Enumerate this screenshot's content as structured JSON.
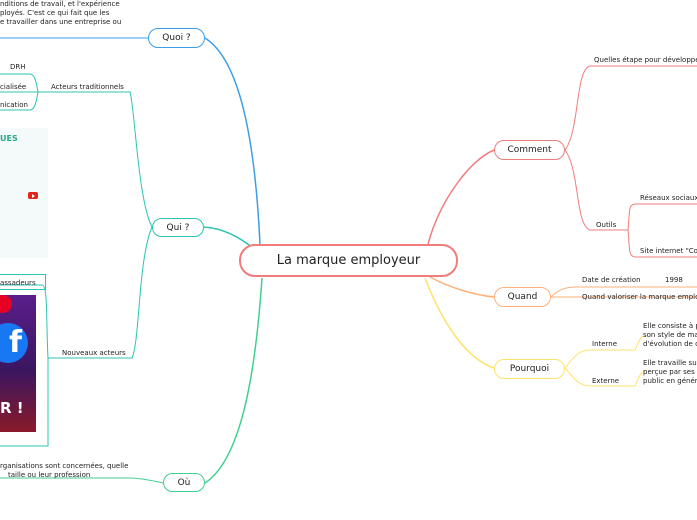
{
  "central": {
    "title": "La marque employeur"
  },
  "left": {
    "quoi": {
      "label": "Quoi ?",
      "text_lines": [
        "nditions de travail, et l'expérience",
        "ployés. C'est ce qui fait que les",
        "e travailler dans une entreprise ou"
      ]
    },
    "qui": {
      "label": "Qui ?",
      "acteurs_traditionnels": {
        "label": "Acteurs traditionnels",
        "items": [
          "DRH",
          "cialisée",
          "nication"
        ]
      },
      "image_heading": "UES",
      "ambassadeurs": "assadeurs",
      "nouveaux_acteurs": {
        "label": "Nouveaux acteurs",
        "image_text": "R !"
      }
    },
    "ou": {
      "label": "Où",
      "text_lines": [
        "rganisations sont concernées, quelle",
        "taille ou leur profession"
      ]
    }
  },
  "right": {
    "comment": {
      "label": "Comment",
      "etapes": "Quelles étape pour développe",
      "outils": {
        "label": "Outils",
        "items": [
          "Réseaux sociaux",
          "Site internet \"Co"
        ]
      }
    },
    "quand": {
      "label": "Quand",
      "date_creation": {
        "label": "Date de création",
        "value": "1998"
      },
      "valoriser": "Quand valoriser la marque emplo"
    },
    "pourquoi": {
      "label": "Pourquoi",
      "interne": {
        "label": "Interne",
        "text_lines": [
          "Elle consiste à p",
          "son style de ma",
          "d'évolution de c"
        ]
      },
      "externe": {
        "label": "Externe",
        "text_lines": [
          "Elle travaille sur",
          "perçue par ses p",
          "public en génér"
        ]
      }
    }
  },
  "colors": {
    "quoi": "#3d9ee6",
    "qui": "#2cc4b4",
    "ou": "#3fcf8e",
    "comment": "#f07c7c",
    "quand": "#ffb07a",
    "pourquoi": "#ffe26a",
    "central": "#f07c7c"
  }
}
